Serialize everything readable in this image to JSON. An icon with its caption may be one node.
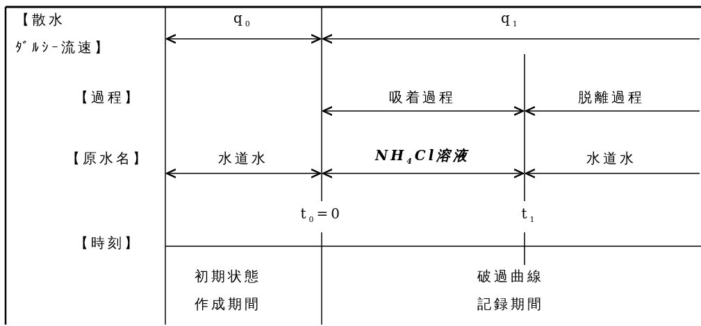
{
  "diagram": {
    "labels": [
      "【散水ﾀﾞﾙｼｰ流速】",
      "q$_{0}$",
      "q$_{1}$",
      "【過程】",
      "吸着過程",
      "脱離過程",
      "【原水名】",
      "水道水",
      "NH$_{4}$Cl溶液",
      "水道水",
      "t$_{0}$=0",
      "t$_{1}$",
      "【時刻】",
      "初期状態作成期間",
      "破過曲線記録期間"
    ]
  }
}
